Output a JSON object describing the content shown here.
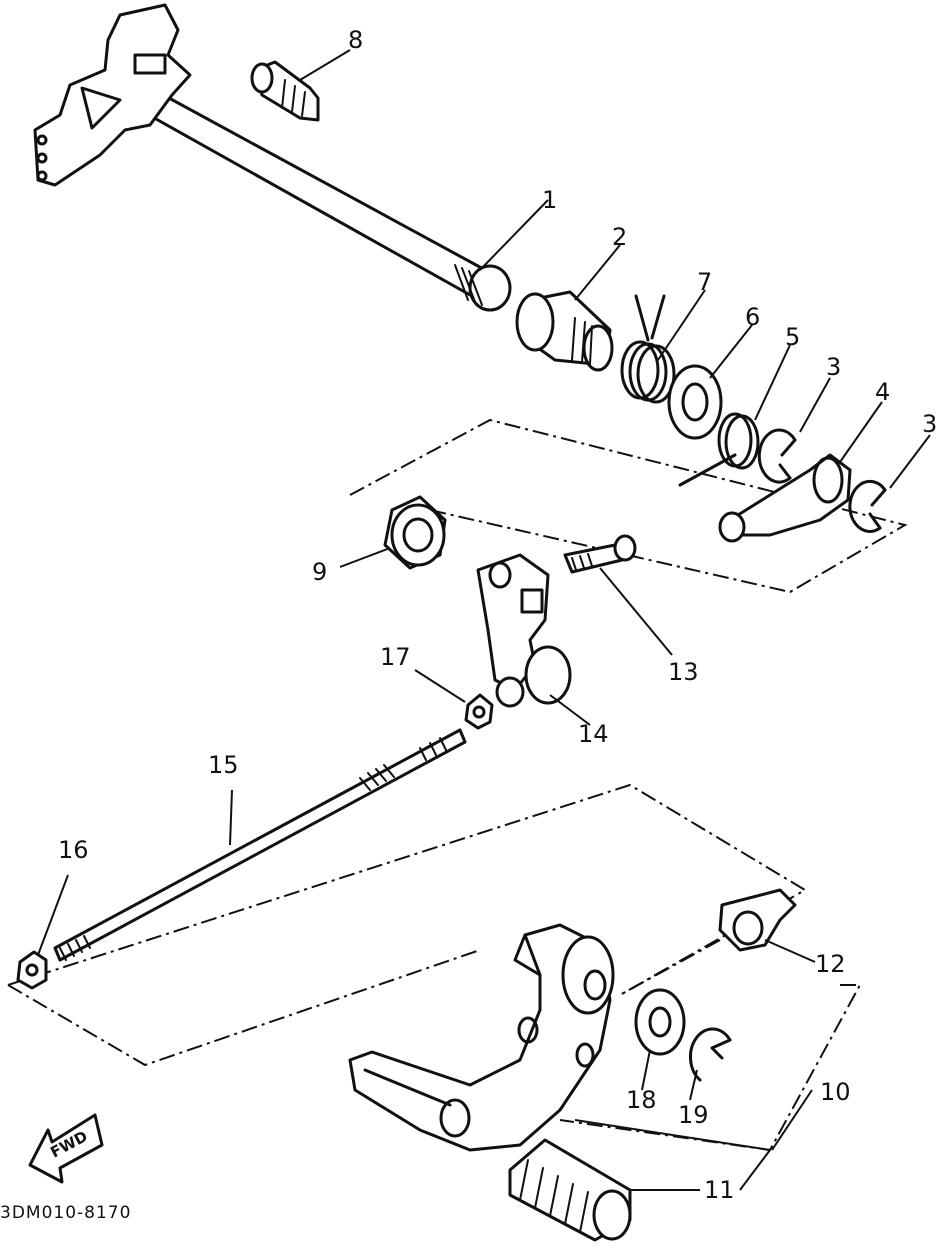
{
  "diagram": {
    "part_labels": [
      "1",
      "2",
      "3",
      "4",
      "5",
      "6",
      "7",
      "8",
      "9",
      "10",
      "11",
      "12",
      "13",
      "14",
      "15",
      "16",
      "17",
      "18",
      "19"
    ],
    "label_3_second": "3",
    "fwd_arrow_text": "FWD",
    "drawing_code": "3DM010-8170"
  }
}
